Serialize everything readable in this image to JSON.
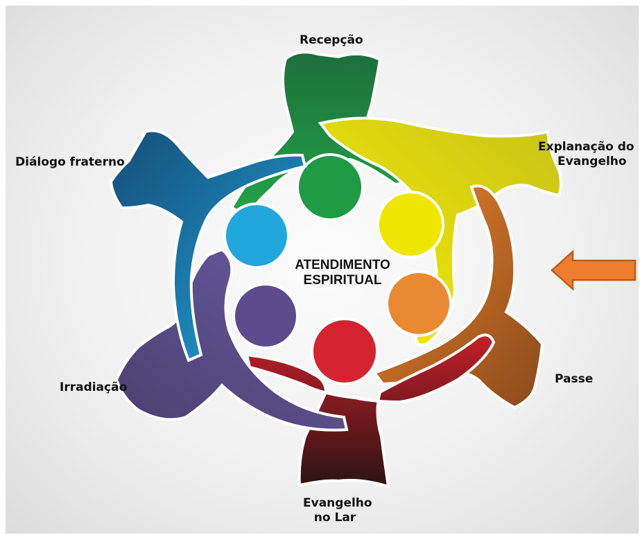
{
  "center": {
    "line1": "ATENDIMENTO",
    "line2": "ESPIRITUAL"
  },
  "labels": {
    "recepcao": "Recepção",
    "explanacao_line1": "Explanação do",
    "explanacao_line2": "Evangelho",
    "passe": "Passe",
    "evangelho_line1": "Evangelho",
    "evangelho_line2": "no Lar",
    "irradiacao": "Irradiação",
    "dialogo": "Diálogo fraterno"
  },
  "colors": {
    "green": "#1f8f3a",
    "yellow": "#e6e000",
    "orange": "#e07a25",
    "red": "#c82028",
    "purple": "#5f4e8f",
    "blue": "#1c7fae",
    "arrow": "#ee7d30"
  }
}
